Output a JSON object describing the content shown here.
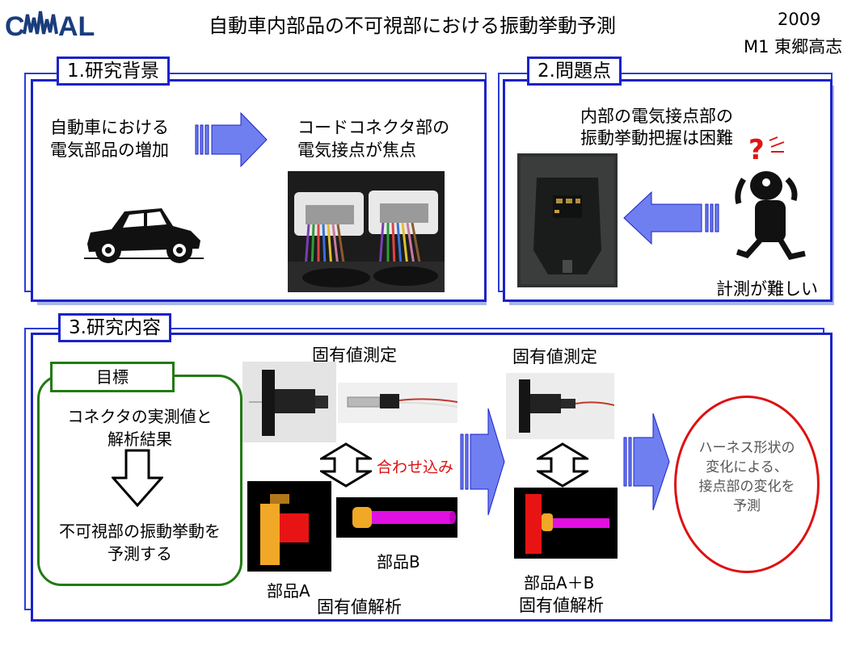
{
  "logo": "CAMAL",
  "title": "自動車内部品の不可視部における振動挙動予測",
  "year": "2009",
  "author": "M1 東郷高志",
  "section1": {
    "tab": "1.研究背景",
    "left_line1": "自動車における",
    "left_line2": "電気部品の増加",
    "right_line1": "コードコネクタ部の",
    "right_line2": "電気接点が焦点"
  },
  "section2": {
    "tab": "2.問題点",
    "line1": "内部の電気接点部の",
    "line2": "振動挙動把握は困難",
    "measure": "計測が難しい",
    "question": "?"
  },
  "section3": {
    "tab": "3.研究内容",
    "goal_label": "目標",
    "goal_line1": "コネクタの実測値と",
    "goal_line2": "解析結果",
    "goal_line3": "不可視部の振動挙動を",
    "goal_line4": "予測する",
    "eig_measure_1": "固有値測定",
    "eig_measure_2": "固有値測定",
    "match": "合わせ込み",
    "part_a": "部品A",
    "part_b": "部品B",
    "eig_analysis_1": "固有値解析",
    "part_ab": "部品A＋B",
    "eig_analysis_2": "固有値解析",
    "result_line1": "ハーネス形状の",
    "result_line2": "変化による、",
    "result_line3": "接点部の変化を",
    "result_line4": "予測"
  },
  "colors": {
    "frame_blue": "#1b22c8",
    "arrow_blue": "#6f7ff0",
    "goal_green": "#227a14",
    "result_red": "#dd1111",
    "match_red": "#dd1111",
    "result_text": "#555555"
  },
  "icons": [
    "car-icon",
    "confused-person-icon",
    "block-arrow-right-icon",
    "block-arrow-left-icon",
    "down-arrow-icon",
    "double-vertical-arrow-icon"
  ]
}
